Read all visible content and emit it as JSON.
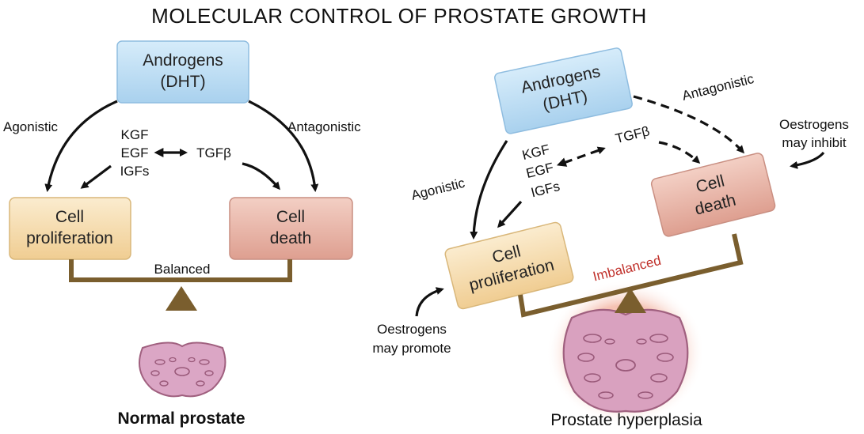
{
  "title": "MOLECULAR CONTROL OF PROSTATE GROWTH",
  "left": {
    "androgens_line1": "Androgens",
    "androgens_line2": "(DHT)",
    "agonistic": "Agonistic",
    "antagonistic": "Antagonistic",
    "factors": [
      "KGF",
      "EGF",
      "IGFs"
    ],
    "tgf": "TGFβ",
    "proliferation_line1": "Cell",
    "proliferation_line2": "proliferation",
    "death_line1": "Cell",
    "death_line2": "death",
    "balance_label": "Balanced",
    "caption": "Normal prostate"
  },
  "right": {
    "androgens_line1": "Androgens",
    "androgens_line2": "(DHT)",
    "agonistic": "Agonistic",
    "antagonistic": "Antagonistic",
    "factors": [
      "KGF",
      "EGF",
      "IGFs"
    ],
    "tgf": "TGFβ",
    "proliferation_line1": "Cell",
    "proliferation_line2": "proliferation",
    "death_line1": "Cell",
    "death_line2": "death",
    "balance_label": "Imbalanced",
    "oestrogens_inhibit_line1": "Oestrogens",
    "oestrogens_inhibit_line2": "may inhibit",
    "oestrogens_promote_line1": "Oestrogens",
    "oestrogens_promote_line2": "may promote",
    "caption": "Prostate hyperplasia"
  },
  "colors": {
    "androgen_box": "#bcdcf2",
    "proliferation_box": "#f7dfb4",
    "death_box": "#eab5a8",
    "balance_beam": "#7a5e2e",
    "prostate": "#d9a3c4",
    "imbalanced_text": "#c0302a",
    "hyperplasia_glow": "#f3b9a8"
  }
}
